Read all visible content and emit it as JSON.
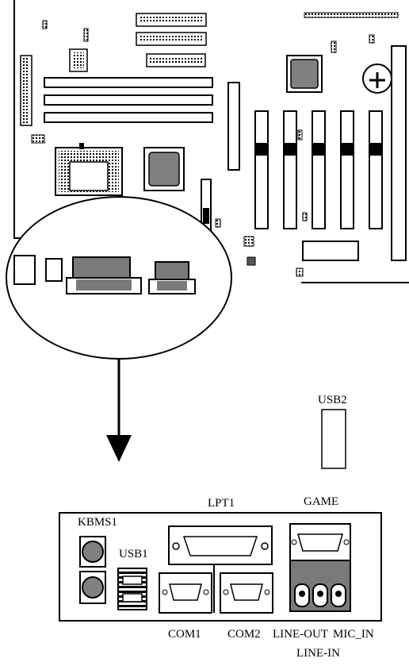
{
  "labels": {
    "usb2": "USB2",
    "lpt1": "LPT1",
    "game": "GAME",
    "kbms1": "KBMS1",
    "usb1": "USB1",
    "com1": "COM1",
    "com2": "COM2",
    "line_out": "LINE-OUT",
    "mic_in": "MIC_IN",
    "line_in": "LINE-IN"
  },
  "colors": {
    "line": "#000000",
    "chip_fill": "#808080",
    "connector_fill": "#7a7a7a",
    "background": "#ffffff"
  },
  "icons": [
    "battery-icon",
    "arrow-down-icon",
    "ps2-port-icon",
    "usb-port-icon",
    "parallel-port-icon",
    "serial-port-icon",
    "game-port-icon",
    "audio-jack-icon"
  ]
}
